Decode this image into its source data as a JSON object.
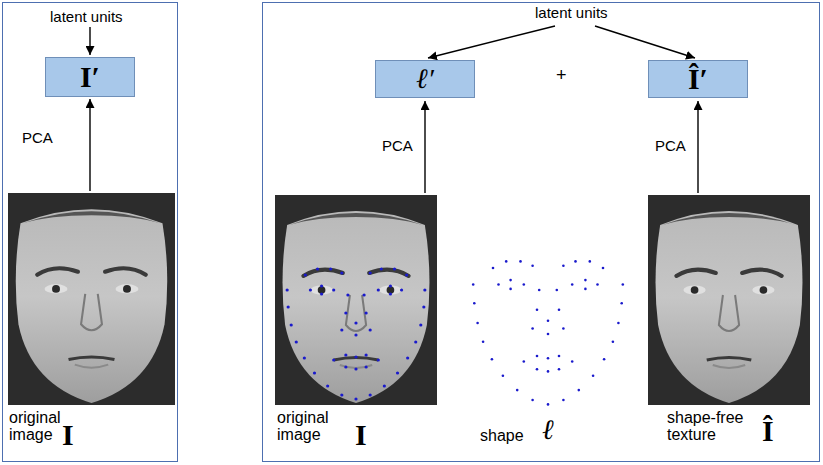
{
  "diagram": {
    "nodes": [
      {
        "text": [
          "latent units",
          "PCA",
          "original image",
          "I"
        ]
      },
      {
        "text": [
          "I′"
        ],
        "in": 0
      },
      {
        "text": [
          "latent units",
          "+",
          "PCA",
          "PCA",
          "original image",
          "I",
          "shape",
          "ℓ",
          "shape-free texture",
          "Î"
        ]
      },
      {
        "text": [
          "ℓ′"
        ],
        "in": 2
      },
      {
        "text": [
          "Î′"
        ],
        "in": 2
      }
    ]
  }
}
